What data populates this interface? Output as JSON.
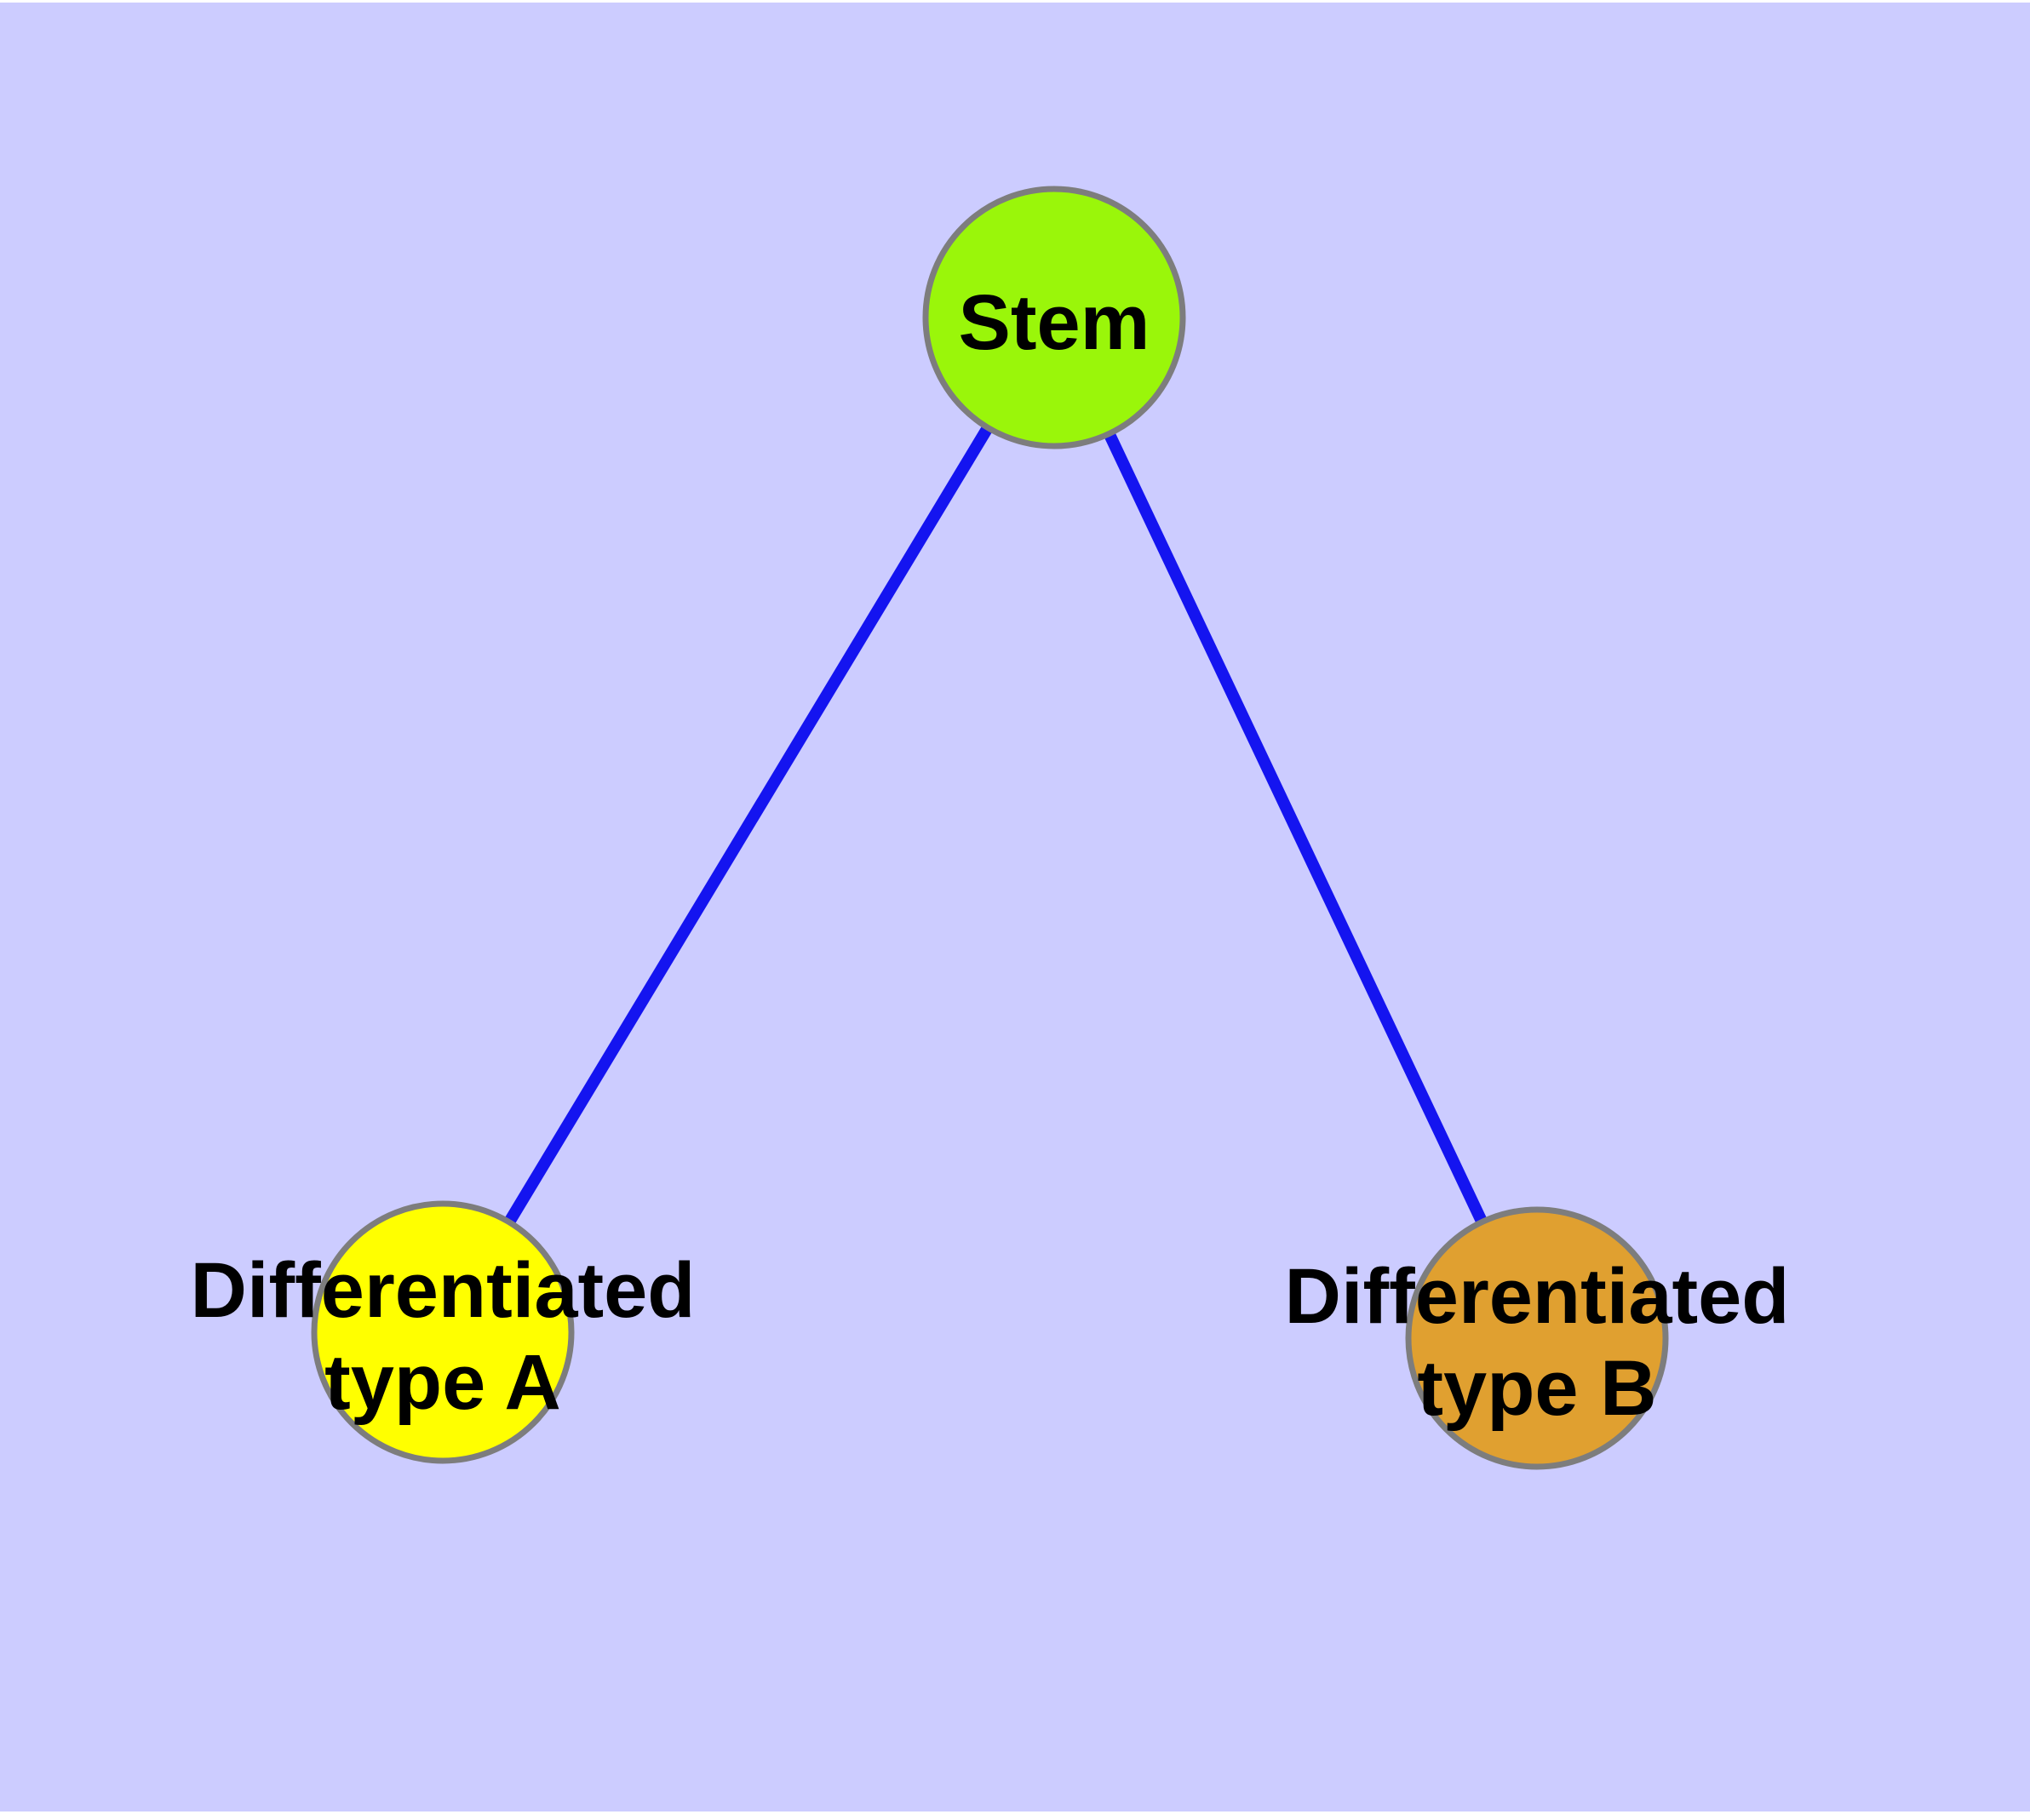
{
  "canvas": {
    "panel_color": "#CCCCFF",
    "page_color": "#FFFFFF",
    "text_color": "#000000",
    "node_border_color": "#7D7D7D"
  },
  "nodes": {
    "stem": {
      "label": "Stem",
      "fill": "#9AF60A"
    },
    "typeA": {
      "label_line1": "Differentiated",
      "label_line2": "type A",
      "fill": "#FFFF00"
    },
    "typeB": {
      "label_line1": "Differentiated",
      "label_line2": "type B",
      "fill": "#E0A030"
    }
  },
  "edges": {
    "stem_typeA": {
      "color": "#1414F0"
    },
    "stem_typeB": {
      "color": "#1414F0"
    }
  }
}
